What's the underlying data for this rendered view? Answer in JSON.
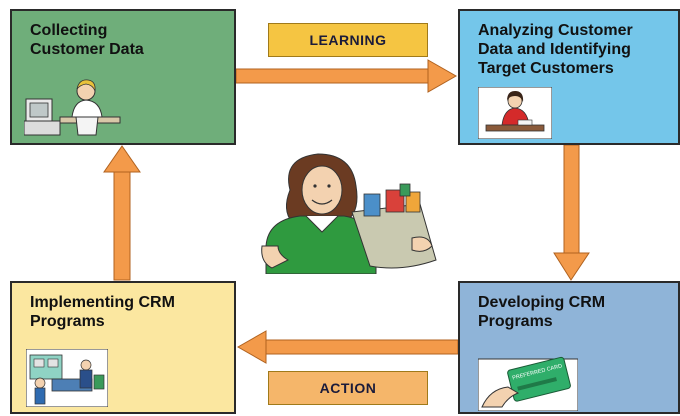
{
  "stages": [
    {
      "id": "collect",
      "title": "Collecting\nCustomer Data"
    },
    {
      "id": "analyze",
      "title": "Analyzing Customer\nData and Identifying\nTarget Customers"
    },
    {
      "id": "develop",
      "title": "Developing CRM\nPrograms"
    },
    {
      "id": "implement",
      "title": "Implementing CRM\nPrograms"
    }
  ],
  "labels": {
    "top": "LEARNING",
    "bottom": "ACTION"
  },
  "illustrations": {
    "collect": "clerk-at-computer-icon",
    "analyze": "woman-at-desk-icon",
    "develop": "loyalty-card-icon",
    "implement": "customers-at-store-icon",
    "center": "shopper-with-bag-icon"
  },
  "card_text": "PREFERRED CARD",
  "colors": {
    "collect": "#6fae7a",
    "analyze": "#74c6ea",
    "develop": "#8fb4d8",
    "implement": "#fbe7a0",
    "arrow": "#f39a4a",
    "learning_tag": "#f5c542",
    "action_tag": "#f5b66a"
  }
}
